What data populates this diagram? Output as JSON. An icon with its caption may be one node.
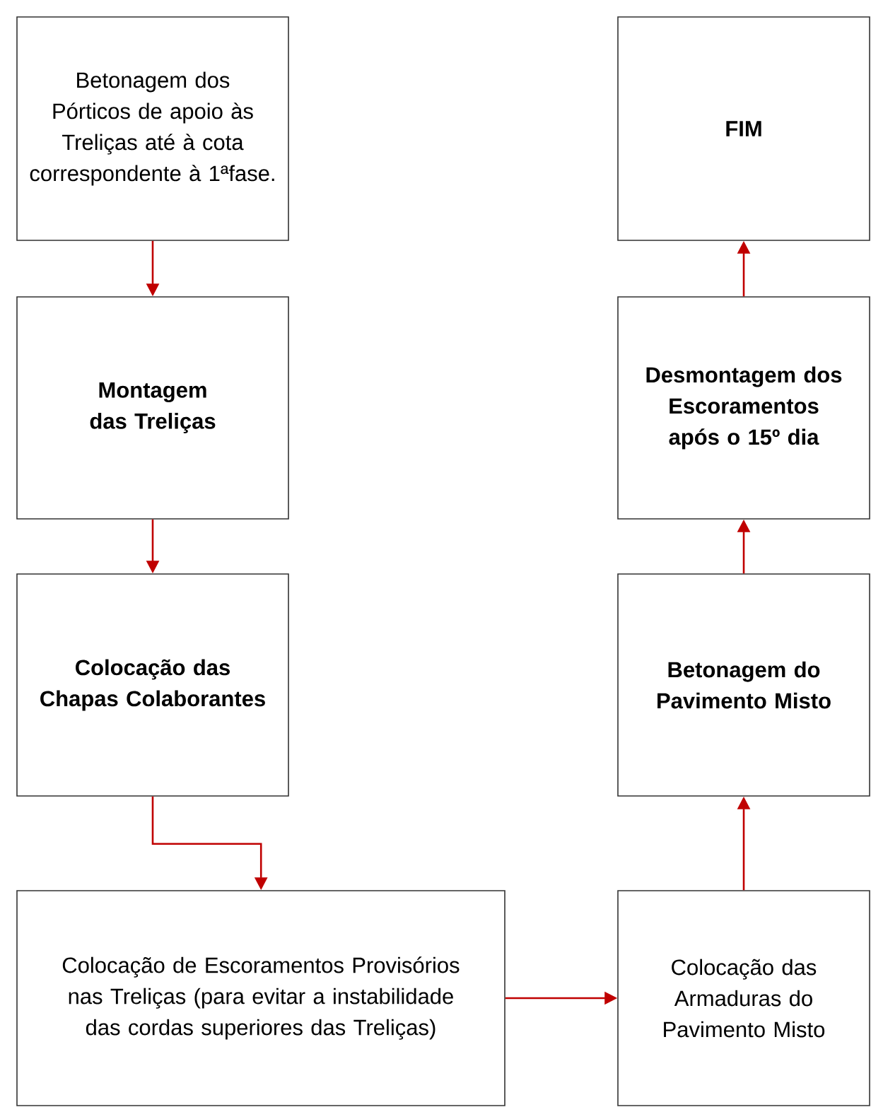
{
  "diagram": {
    "nodes": [
      {
        "text": [
          "Betonagem dos Pórticos de apoio às Treliças até à cota correspondente à 1ªfase."
        ]
      },
      {
        "text": [
          "Montagem das Treliças"
        ]
      },
      {
        "text": [
          "Colocação das Chapas Colaborantes"
        ]
      },
      {
        "text": [
          "Colocação de Escoramentos Provisórios nas Treliças (para evitar a instabilidade das cordas superiores das Treliças)"
        ]
      },
      {
        "text": [
          "Colocação das Armaduras do Pavimento Misto"
        ]
      },
      {
        "text": [
          "Betonagem do Pavimento Misto"
        ]
      },
      {
        "text": [
          "Desmontagem dos Escoramentos após o 15º dia"
        ]
      },
      {
        "text": [
          "FIM"
        ]
      }
    ],
    "edges": [
      {
        "from": 0,
        "to": 1,
        "arrow": "to"
      },
      {
        "from": 1,
        "to": 2,
        "arrow": "to"
      },
      {
        "from": 2,
        "to": 3,
        "arrow": "to"
      },
      {
        "from": 3,
        "to": 4,
        "arrow": "to"
      },
      {
        "from": 4,
        "to": 5,
        "arrow": "to"
      },
      {
        "from": 5,
        "to": 6,
        "arrow": "to"
      },
      {
        "from": 6,
        "to": 7,
        "arrow": "to"
      }
    ]
  }
}
